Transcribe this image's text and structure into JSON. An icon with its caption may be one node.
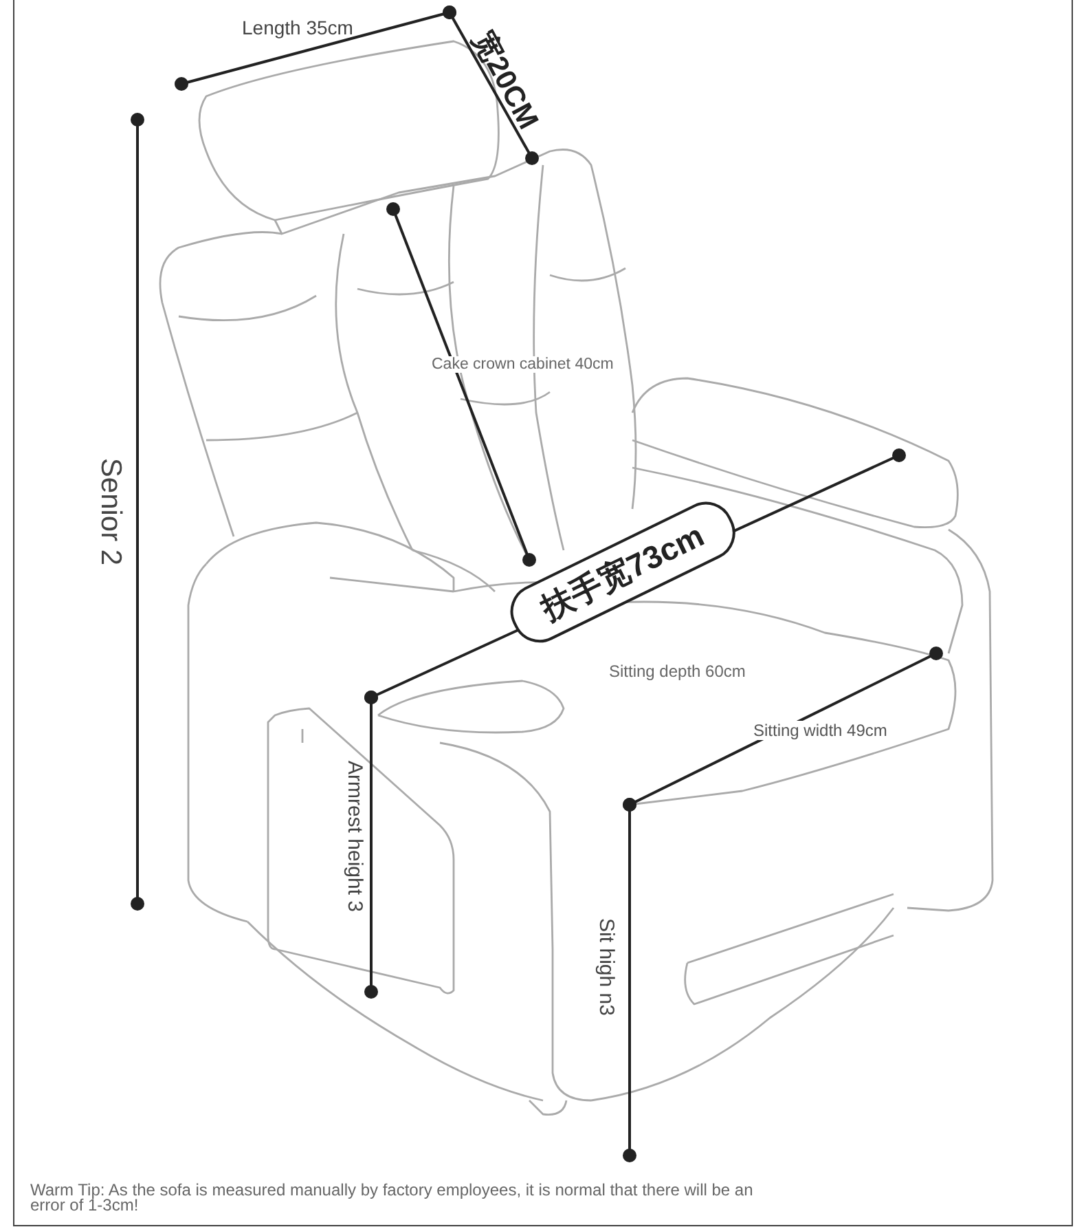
{
  "diagram": {
    "nodes": [
      {
        "text": [
          "扶手宽73cm"
        ]
      }
    ],
    "labels": [
      "Length 35cm",
      "宽20CM",
      "Senior 2",
      "Cake crown cabinet 40cm",
      "Sitting depth 60cm",
      "Sitting width 49cm",
      "Armrest height 3",
      "Sit high n3"
    ],
    "caption": "Warm Tip: As the sofa is measured manually by factory employees, it is normal that there will be an error of 1-3cm!"
  }
}
